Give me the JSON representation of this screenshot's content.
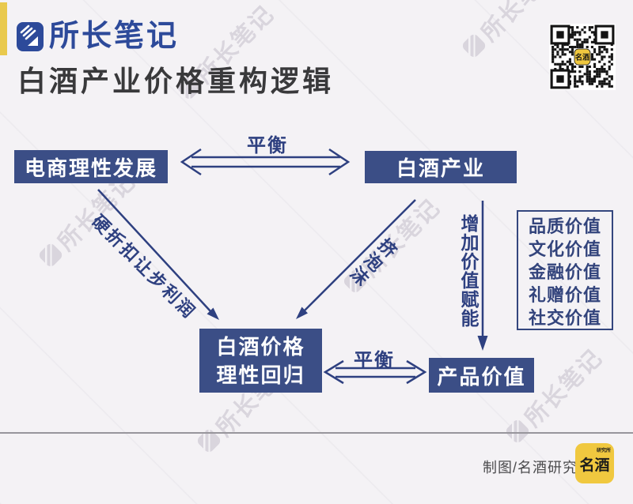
{
  "header": {
    "brand": "所长笔记",
    "title": "白酒产业价格重构逻辑"
  },
  "watermark": {
    "text": "所长笔记"
  },
  "qr": {
    "center_text": "名酒"
  },
  "diagram": {
    "nodes": {
      "ecommerce": "电商理性发展",
      "industry": "白酒产业",
      "price_return_line1": "白酒价格",
      "price_return_line2": "理性回归",
      "product_value": "产品价值"
    },
    "edges": {
      "balance_top": "平衡",
      "balance_bottom": "平衡",
      "hard_discount": "硬折扣让步利润",
      "squeeze_bubble": "挤泡沫",
      "add_value": "增加价值赋能"
    },
    "value_list": [
      "品质价值",
      "文化价值",
      "金融价值",
      "礼赠价值",
      "社交价值"
    ]
  },
  "footer": {
    "credit": "制图/名酒研究所",
    "seal_text": "名酒",
    "seal_small": "研究所"
  },
  "colors": {
    "background": "#f4f2f5",
    "box_navy": "#3b4e86",
    "arrow_navy": "#2e4080",
    "logo_blue": "#2d4a9a",
    "accent_yellow": "#e9c94d",
    "seal_yellow": "#f0c83f",
    "divider_gray": "#98969c",
    "watermark_gray": "#d9d5dd"
  }
}
